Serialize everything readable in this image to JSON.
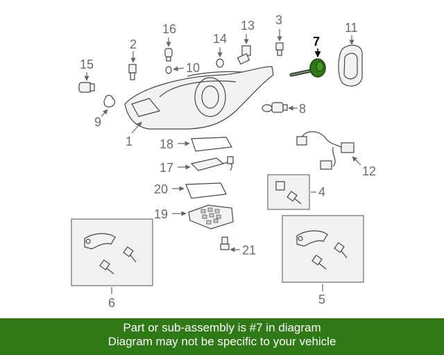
{
  "diagram": {
    "callouts": {
      "n1": "1",
      "n2": "2",
      "n3": "3",
      "n4": "4",
      "n5": "5",
      "n6": "6",
      "n7": "7",
      "n8": "8",
      "n9": "9",
      "n10": "10",
      "n11": "11",
      "n12": "12",
      "n13": "13",
      "n14": "14",
      "n15": "15",
      "n16": "16",
      "n17": "17",
      "n18": "18",
      "n19": "19",
      "n20": "20",
      "n21": "21"
    },
    "highlighted_part": "7",
    "highlight_color": "#2f7a16"
  },
  "banner": {
    "line1": "Part or sub-assembly is #7 in diagram",
    "line2": "Diagram may not be specific to your vehicle",
    "background": "#2f7a16"
  }
}
